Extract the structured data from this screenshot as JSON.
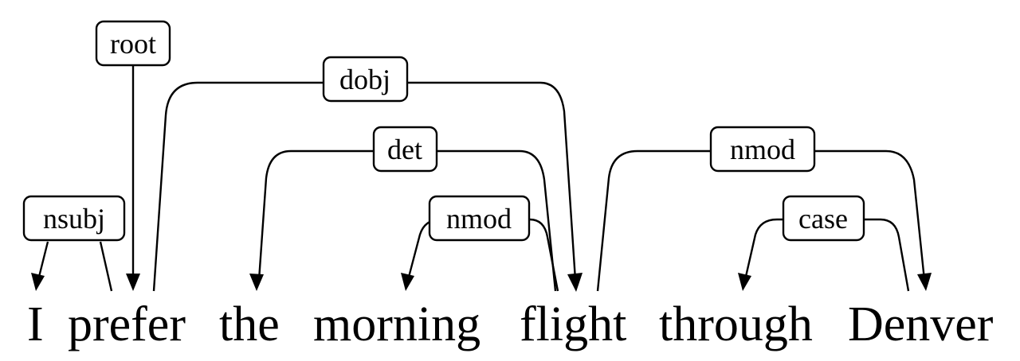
{
  "sentence": {
    "words": [
      "I",
      "prefer",
      "the",
      "morning",
      "flight",
      "through",
      "Denver"
    ]
  },
  "dependencies": [
    {
      "label": "root",
      "head": "ROOT",
      "dependent": "prefer"
    },
    {
      "label": "nsubj",
      "head": "prefer",
      "dependent": "I"
    },
    {
      "label": "dobj",
      "head": "prefer",
      "dependent": "flight"
    },
    {
      "label": "det",
      "head": "flight",
      "dependent": "the"
    },
    {
      "label": "nmod",
      "head": "flight",
      "dependent": "morning"
    },
    {
      "label": "nmod",
      "head": "flight",
      "dependent": "Denver"
    },
    {
      "label": "case",
      "head": "Denver",
      "dependent": "through"
    }
  ]
}
